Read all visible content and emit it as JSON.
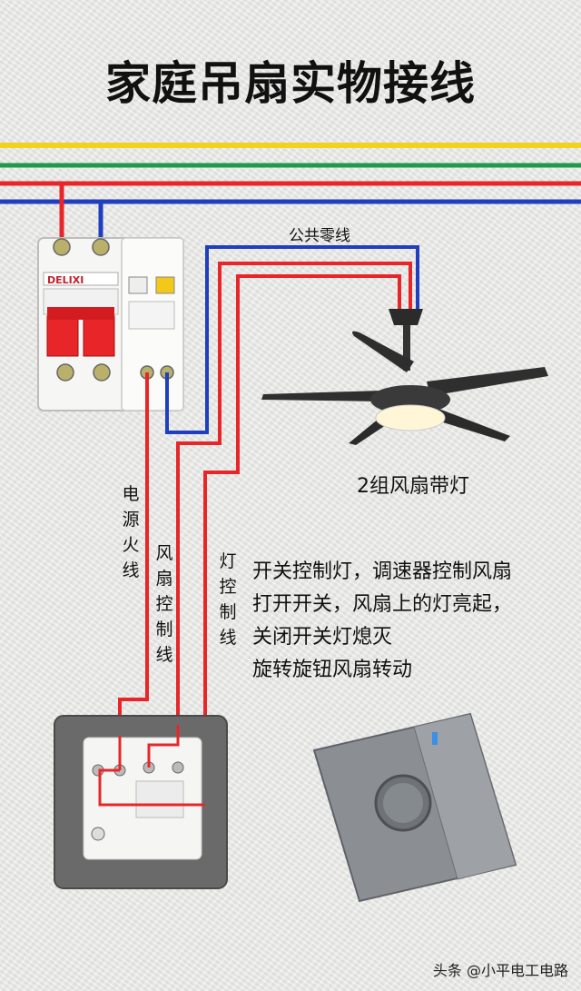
{
  "title": "家庭吊扇实物接线",
  "labels": {
    "neutral": "公共零线",
    "fan_caption": "2组风扇带灯",
    "live_wire": "电源火线",
    "fan_control_wire": "风扇控制线",
    "light_control_wire": "灯控制线"
  },
  "breaker_brand": "DELIXI",
  "description": [
    "开关控制灯，调速器控制风扇",
    "打开开关，风扇上的灯亮起，",
    "关闭开关灯熄灭",
    "旋转旋钮风扇转动"
  ],
  "watermark": "头条 @小平电工电路",
  "wire_colors": {
    "yellow": "#f2d21a",
    "green": "#1e9a4a",
    "red": "#e8262a",
    "blue": "#1f3fbf"
  }
}
